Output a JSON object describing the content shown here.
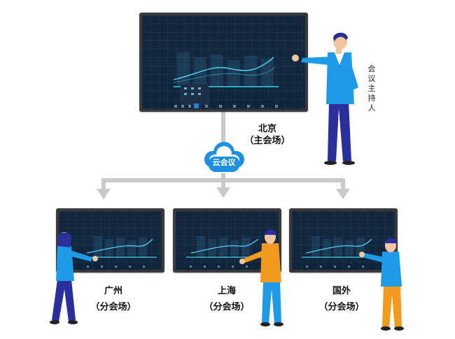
{
  "main_site": {
    "city": "北京",
    "role": "（主会场）"
  },
  "host_label": "会议主持人",
  "cloud_label": "云会议",
  "sub_sites": [
    {
      "city": "广州",
      "role": "（分会场）"
    },
    {
      "city": "上海",
      "role": "（分会场）"
    },
    {
      "city": "国外",
      "role": "（分会场）"
    }
  ],
  "colors": {
    "arrow": "#c9c9c9",
    "cloud": "#1e8fe0",
    "screen_bezel": "#3a3a3a",
    "screen_bg": "#13263d",
    "chart_line": "#4fd0f0",
    "person_blue_shirt": "#1e9ae6",
    "person_orange_shirt": "#f29a1e",
    "person_pants": "#2a2f9c"
  }
}
